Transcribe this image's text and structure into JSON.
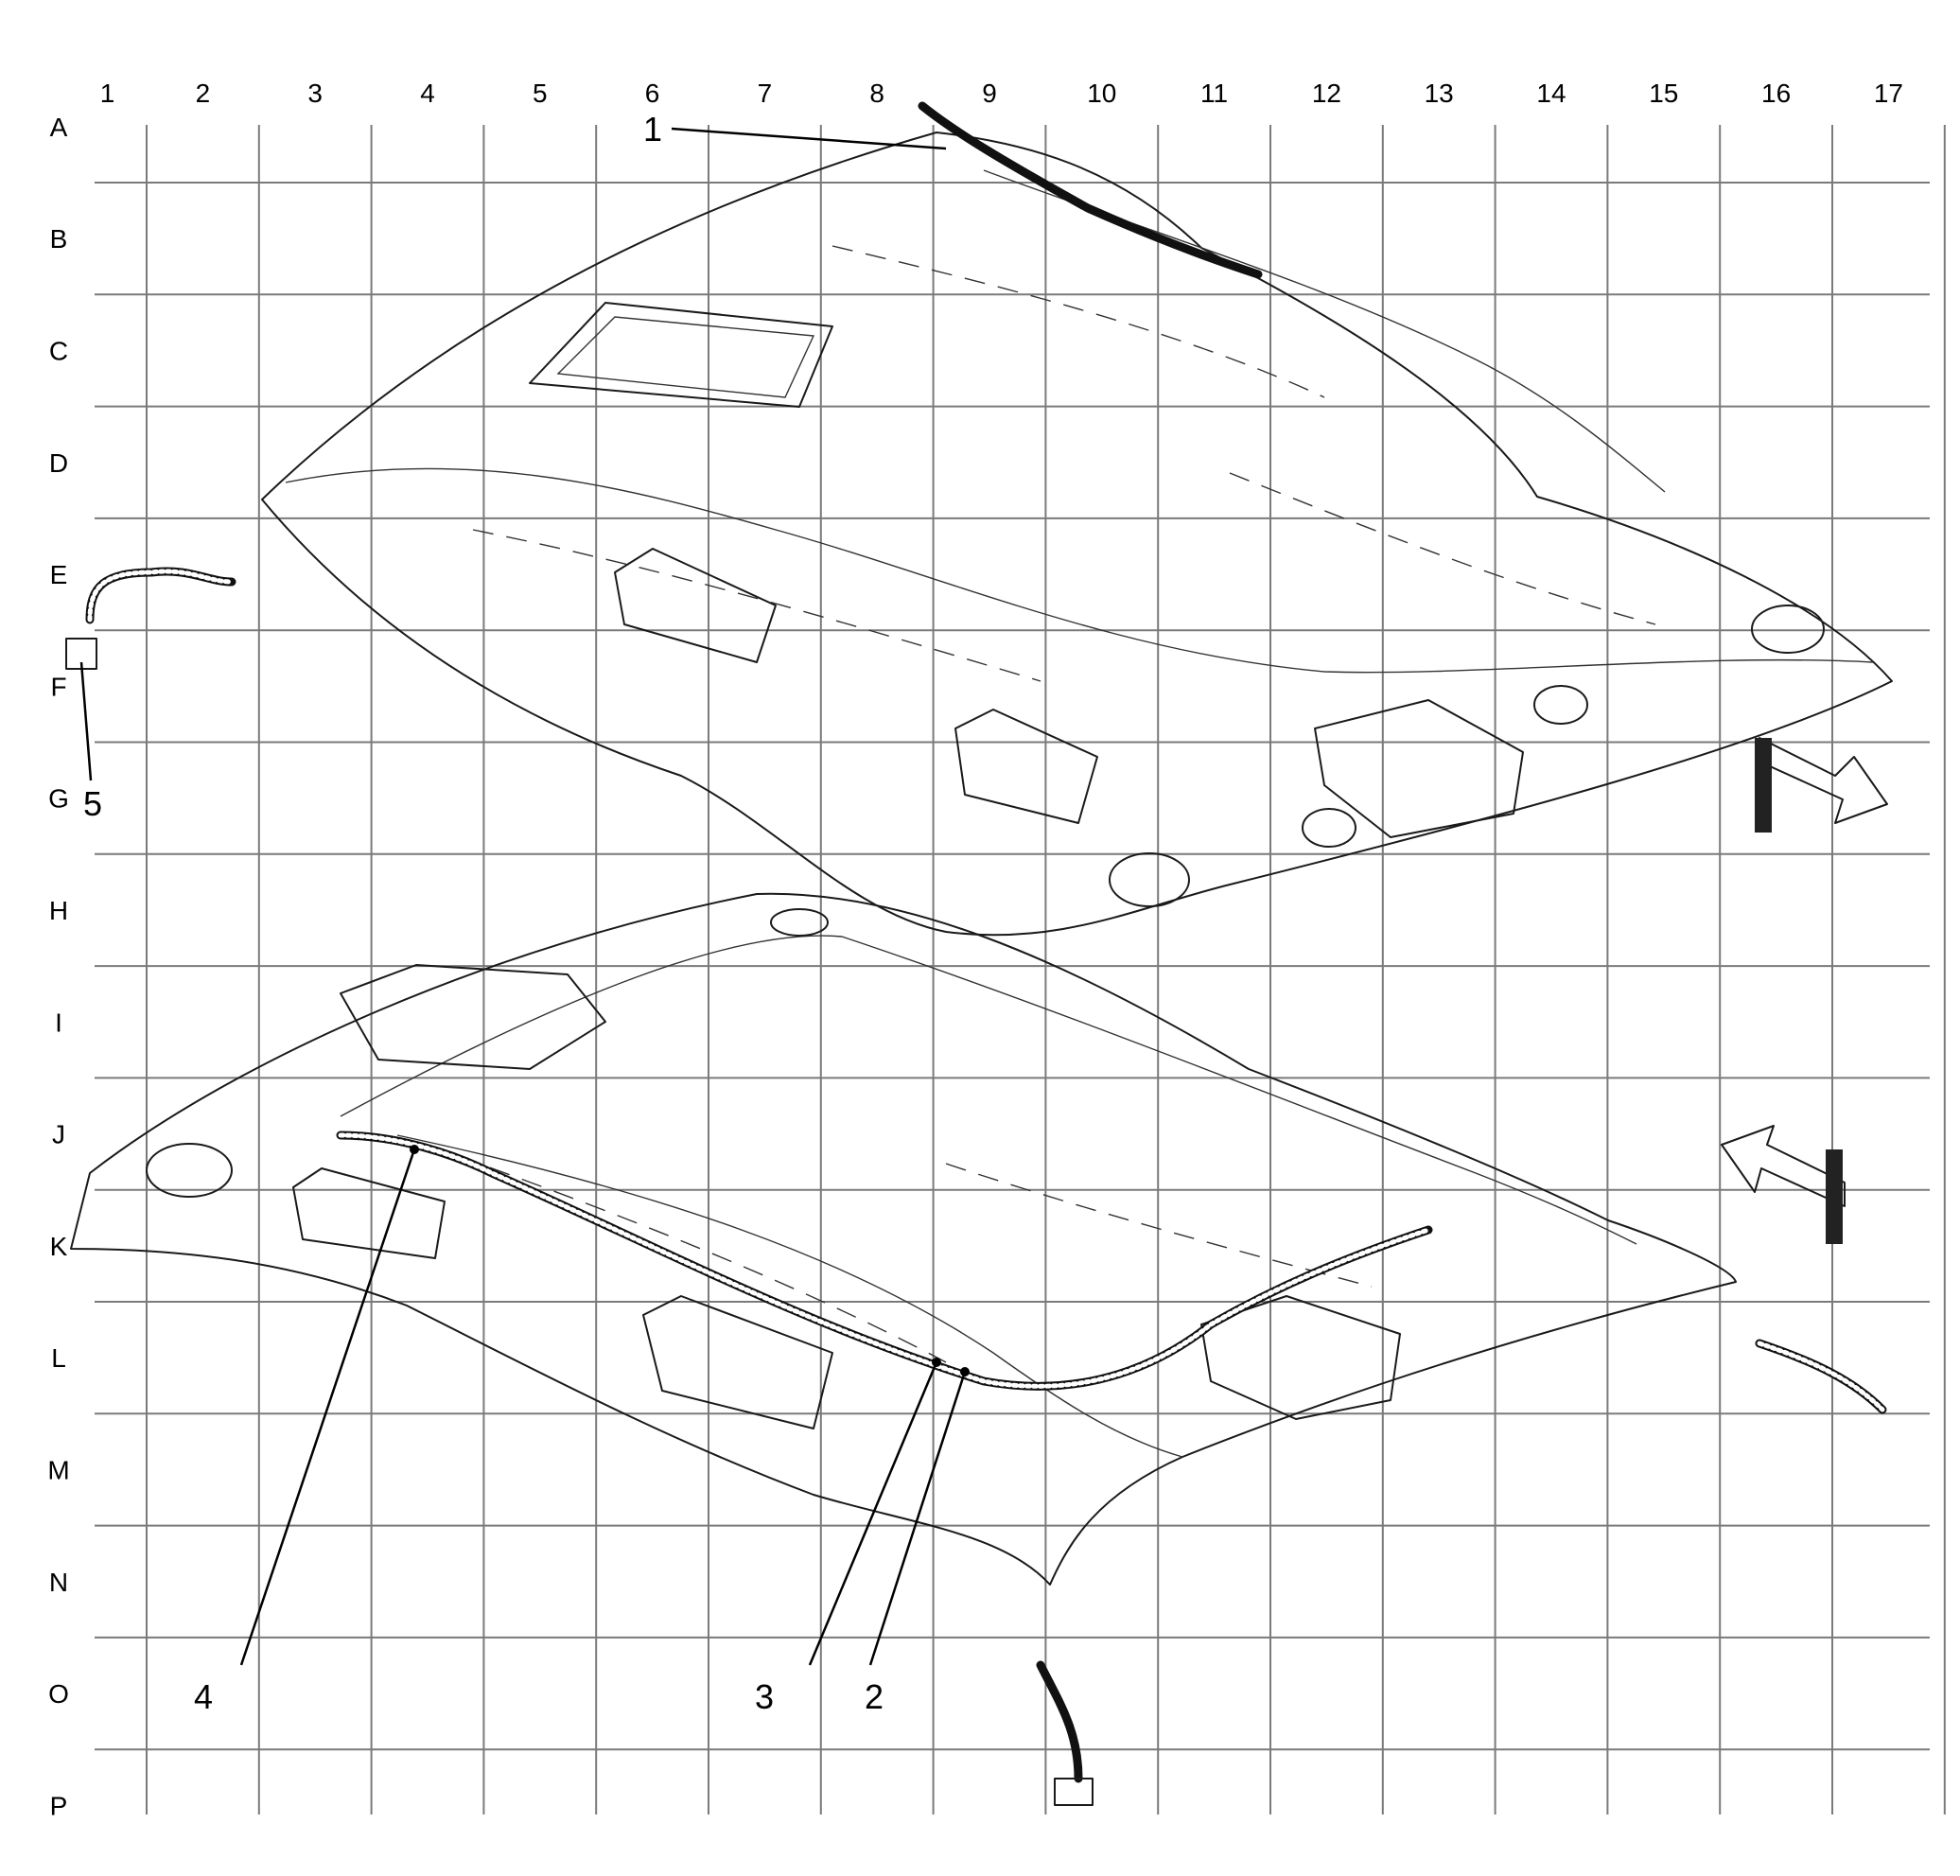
{
  "grid": {
    "columns": [
      "1",
      "2",
      "3",
      "4",
      "5",
      "6",
      "7",
      "8",
      "9",
      "10",
      "11",
      "12",
      "13",
      "14",
      "15",
      "16",
      "17"
    ],
    "rows": [
      "A",
      "B",
      "C",
      "D",
      "E",
      "F",
      "G",
      "H",
      "I",
      "J",
      "K",
      "L",
      "M",
      "N",
      "O",
      "P"
    ]
  },
  "callouts": [
    {
      "id": "1",
      "label": "1"
    },
    {
      "id": "2",
      "label": "2"
    },
    {
      "id": "3",
      "label": "3"
    },
    {
      "id": "4",
      "label": "4"
    },
    {
      "id": "5",
      "label": "5"
    }
  ]
}
